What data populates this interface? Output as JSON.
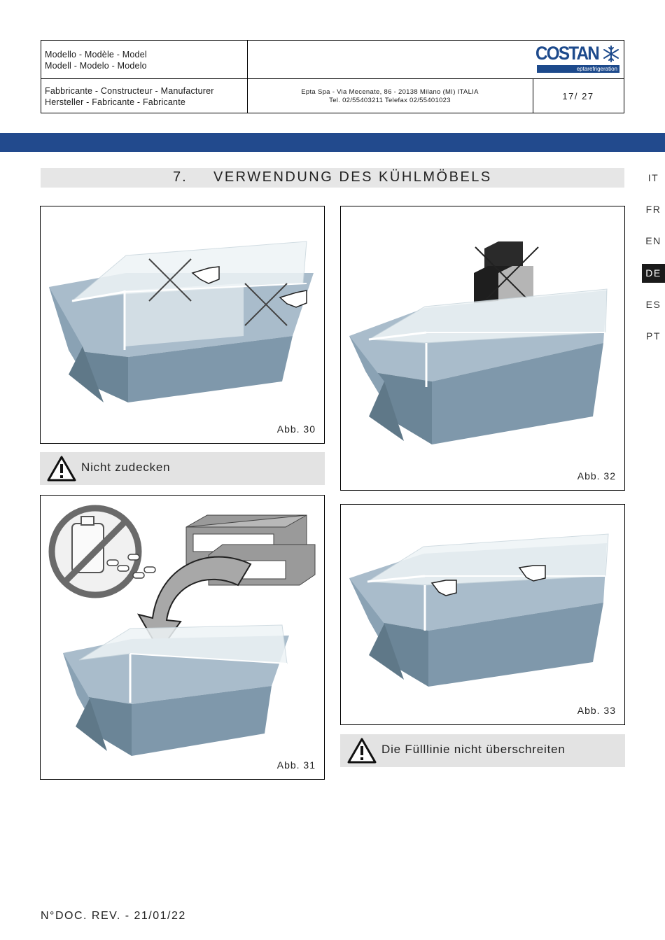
{
  "header": {
    "model_label_1": "Modello - Modèle - Model",
    "model_label_2": "Modell - Modelo - Modelo",
    "manufacturer_label_1": "Fabbricante - Constructeur - Manufacturer",
    "manufacturer_label_2": "Hersteller - Fabricante - Fabricante",
    "address_line_1": "Epta Spa - Via Mecenate, 86 - 20138 Milano (MI) ITALIA",
    "address_line_2": "Tel. 02/55403211 Telefax 02/55401023",
    "page": "17/ 27",
    "logo_brand": "COSTAN",
    "logo_sub": "eptarefrigeration"
  },
  "section": {
    "number": "7.",
    "title": "VERWENDUNG DES KÜHLMÖBELS"
  },
  "languages": [
    "IT",
    "FR",
    "EN",
    "DE",
    "ES",
    "PT"
  ],
  "active_language": "DE",
  "figures": {
    "fig30": "Abb. 30",
    "fig31": "Abb. 31",
    "fig32": "Abb. 32",
    "fig33": "Abb. 33"
  },
  "warnings": {
    "w1": "Nicht zudecken",
    "w2": "Die Fülllinie nicht überschreiten"
  },
  "footer": "N°DOC.  REV.  - 21/01/22",
  "colors": {
    "brand_blue": "#224a8d",
    "cabinet": "#7f98ab",
    "cabinet_dark": "#6b8597",
    "cabinet_top": "#a9bccb"
  }
}
